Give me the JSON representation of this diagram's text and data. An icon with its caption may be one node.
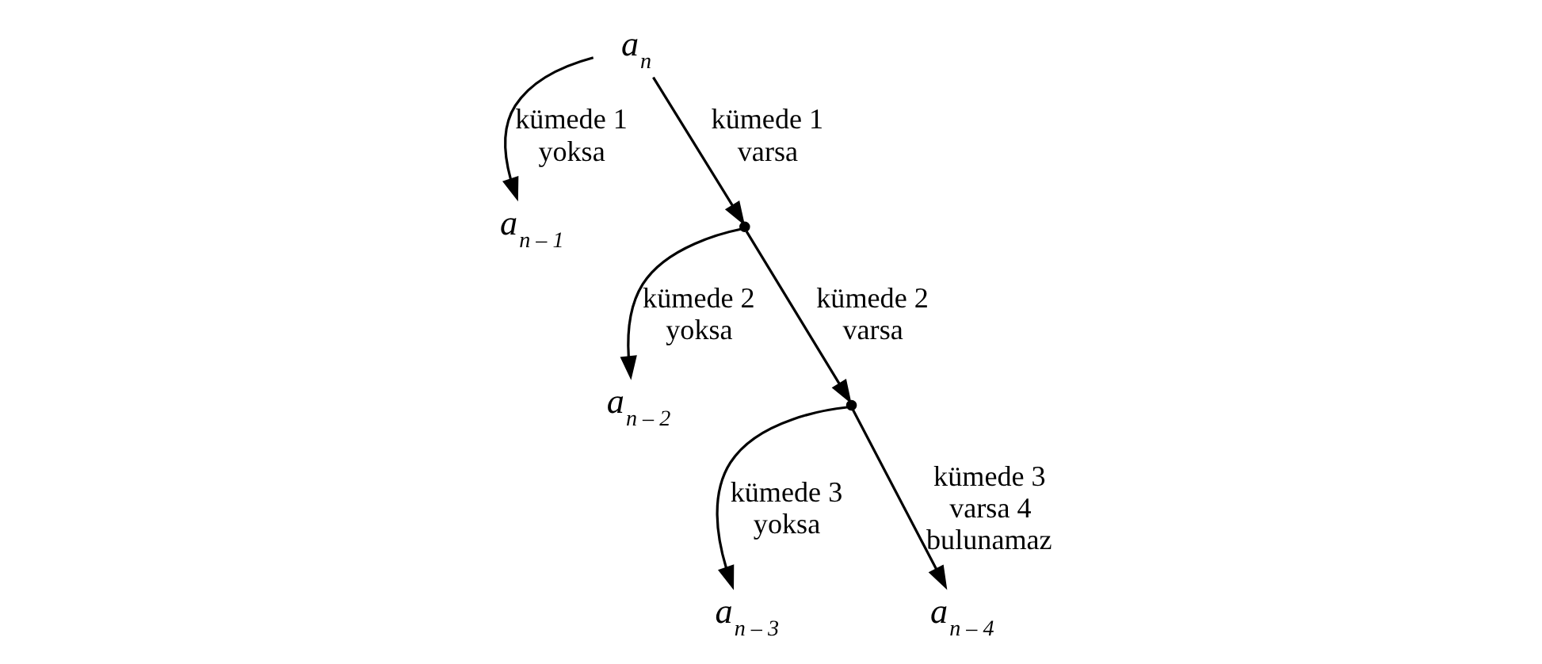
{
  "diagram": {
    "nodes": [
      {
        "text": [
          "a$_{n}$"
        ]
      },
      {
        "text": [
          "a$_{n – 1}$"
        ]
      },
      {
        "text": [],
        "shape": "point"
      },
      {
        "text": [
          "a$_{n – 2}$"
        ]
      },
      {
        "text": [],
        "shape": "point"
      },
      {
        "text": [
          "a$_{n – 3}$"
        ]
      },
      {
        "text": [
          "a$_{n – 4}$"
        ]
      }
    ],
    "edges": [
      {
        "from": 0,
        "to": 1,
        "arrow": "to",
        "label": "kümede 1 yoksa"
      },
      {
        "from": 0,
        "to": 2,
        "arrow": "to",
        "label": "kümede 1 varsa"
      },
      {
        "from": 2,
        "to": 3,
        "arrow": "to",
        "label": "kümede 2 yoksa"
      },
      {
        "from": 2,
        "to": 4,
        "arrow": "to",
        "label": "kümede 2 varsa"
      },
      {
        "from": 4,
        "to": 5,
        "arrow": "to",
        "label": "kümede 3 yoksa"
      },
      {
        "from": 4,
        "to": 6,
        "arrow": "to",
        "label": "kümede 3 varsa 4 bulunamaz"
      }
    ]
  }
}
